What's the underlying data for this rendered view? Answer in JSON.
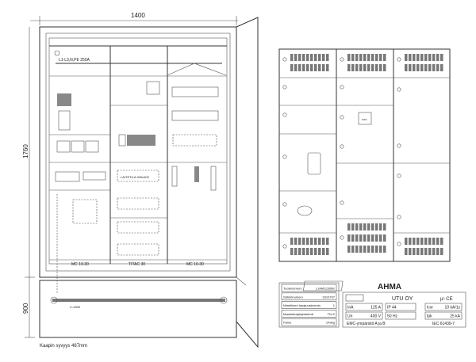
{
  "dimensions": {
    "width": "1400",
    "height": "1760",
    "plinth": "900",
    "depth_note": "Kaapin syvyys 467mm"
  },
  "busbar_label": "L1-L3,N,PE 250A",
  "plate_labels": [
    "LAITETILA   400x400"
  ],
  "bottom_labels": [
    "MC 10-30",
    "TITAC 30",
    "MC 10-30"
  ],
  "plinth_label": "C-4900",
  "meter_label": "KWh",
  "spec_table": {
    "rows": [
      {
        "label": "Tuotenumero",
        "value": "LJAM12306K"
      },
      {
        "label": "Sähkönumero",
        "value": "3310797"
      },
      {
        "label": "Nimellinen tasajuuskerroin",
        "value": "1"
      },
      {
        "label": "Maadoitusjärjestelmä",
        "value": "TN-S"
      },
      {
        "label": "Paino",
        "value": "243kg"
      }
    ]
  },
  "nameplate": {
    "brand": "AHMA",
    "company": "UTU OY",
    "marks": "µ♮ CE",
    "cells": [
      {
        "label": "InA",
        "value": "125 A"
      },
      {
        "label": "IP 44",
        "value": ""
      },
      {
        "label": "Icw",
        "value": "10 kA/1s"
      },
      {
        "label": "Un",
        "value": "400 V"
      },
      {
        "label": "50 Hz",
        "value": ""
      },
      {
        "label": "Ipk",
        "value": "25 kA"
      }
    ],
    "emc": "EMC-ympäristö  A ja B",
    "standard": "IEC 61439-7"
  }
}
